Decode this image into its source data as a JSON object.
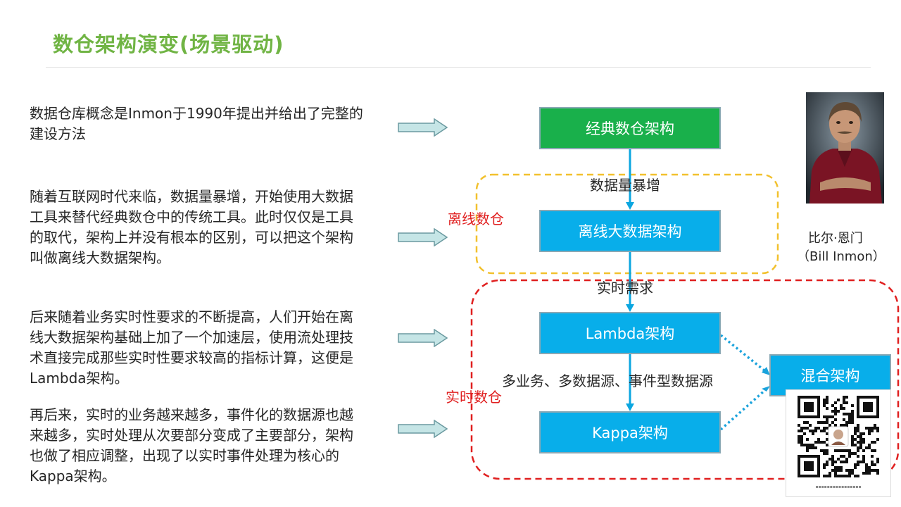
{
  "title": "数仓架构演变(场景驱动)",
  "paragraphs": [
    "数据仓库概念是Inmon于1990年提出并给出了完整的建设方法",
    "随着互联网时代来临，数据量暴增，开始使用大数据工具来替代经典数仓中的传统工具。此时仅仅是工具的取代，架构上并没有根本的区别，可以把这个架构叫做离线大数据架构。",
    "后来随着业务实时性要求的不断提高，人们开始在离线大数据架构基础上加了一个加速层，使用流处理技术直接完成那些实时性要求较高的指标计算，这便是Lambda架构。",
    "再后来，实时的业务越来越多，事件化的数据源也越来越多，实时处理从次要部分变成了主要部分，架构也做了相应调整，出现了以实时事件处理为核心的Kappa架构。"
  ],
  "diagram": {
    "nodes": {
      "classic": "经典数仓架构",
      "offline": "离线大数据架构",
      "lambda": "Lambda架构",
      "kappa": "Kappa架构",
      "hybrid": "混合架构"
    },
    "edges": {
      "classic_to_offline": "数据量暴增",
      "offline_to_lambda": "实时需求",
      "lambda_to_kappa": "多业务、多数据源、事件型数据源"
    },
    "groups": {
      "offline": "离线数仓",
      "realtime": "实时数仓"
    },
    "colors": {
      "title": "#70b444",
      "classic_box": "#19b04b",
      "blue_box": "#08aeea",
      "offline_group_border": "#f2c12e",
      "realtime_group_border": "#e02020",
      "arrow_fill": "#c5e5e6"
    }
  },
  "portrait_caption": {
    "name_cn": "比尔·恩门",
    "name_en": "（Bill Inmon）"
  }
}
